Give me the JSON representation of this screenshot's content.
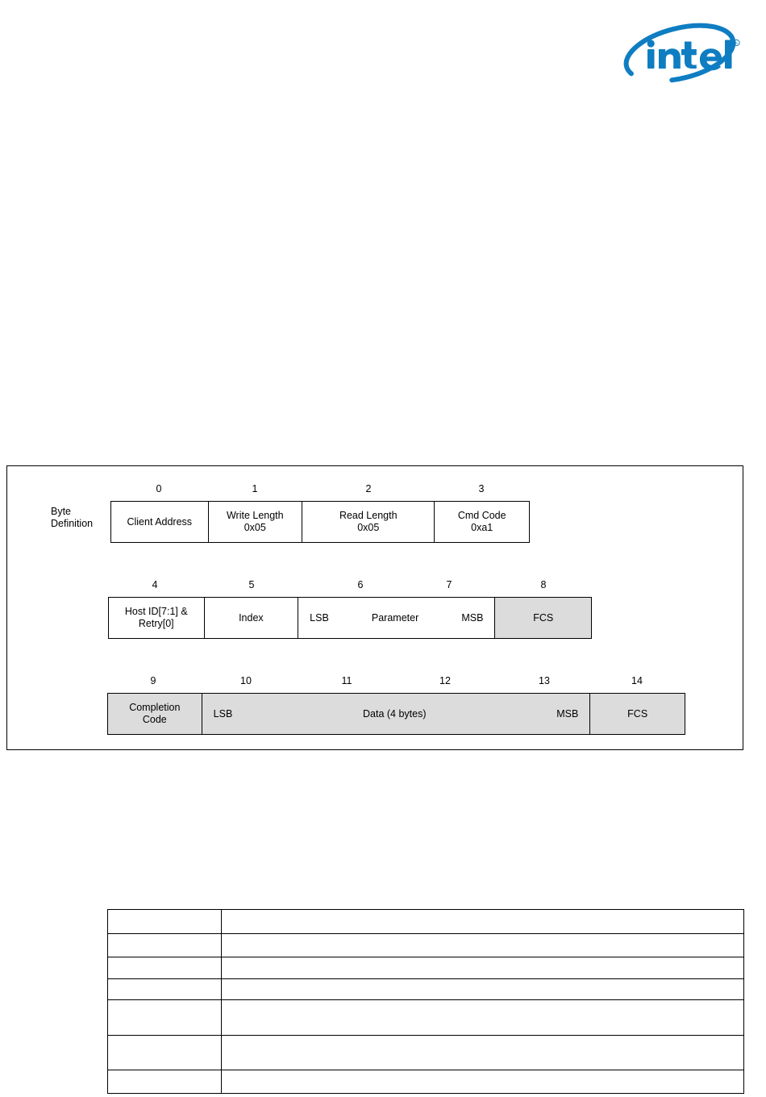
{
  "brand": {
    "logo_name": "intel-logo",
    "wordmark": "intel",
    "registered_mark": "®",
    "color": "#0f7dc2"
  },
  "figure": {
    "byte_definition_label": "Byte\nDefinition",
    "shade_color": "#dcdcdc",
    "rows": [
      {
        "row_name": "write-transaction-header",
        "byte_numbers": [
          "0",
          "1",
          "2",
          "3"
        ],
        "cells": [
          {
            "label": "Client Address",
            "shaded": false
          },
          {
            "label": "Write Length\n0x05",
            "shaded": false
          },
          {
            "label": "Read Length\n0x05",
            "shaded": false
          },
          {
            "label": "Cmd Code\n0xa1",
            "shaded": false
          }
        ]
      },
      {
        "row_name": "write-transaction-payload",
        "byte_numbers": [
          "4",
          "5",
          "6",
          "7",
          "8"
        ],
        "cells": [
          {
            "label": "Host ID[7:1] &\nRetry[0]",
            "shaded": false
          },
          {
            "label": "Index",
            "shaded": false
          },
          {
            "label": "Parameter",
            "lsb": "LSB",
            "msb": "MSB",
            "shaded": false,
            "triple": true
          },
          {
            "label": "FCS",
            "shaded": true
          }
        ]
      },
      {
        "row_name": "read-transaction-response",
        "byte_numbers": [
          "9",
          "10",
          "11",
          "12",
          "13",
          "14"
        ],
        "cells": [
          {
            "label": "Completion\nCode",
            "shaded": true
          },
          {
            "label": "Data (4 bytes)",
            "lsb": "LSB",
            "msb": "MSB",
            "shaded": true,
            "triple": true
          },
          {
            "label": "FCS",
            "shaded": true
          }
        ]
      }
    ]
  },
  "bottom_table": {
    "name": "empty-field-description-table",
    "columns": 2,
    "rows": [
      [
        "",
        ""
      ],
      [
        "",
        ""
      ],
      [
        "",
        ""
      ],
      [
        "",
        ""
      ],
      [
        "",
        ""
      ],
      [
        "",
        ""
      ],
      [
        "",
        ""
      ]
    ]
  }
}
